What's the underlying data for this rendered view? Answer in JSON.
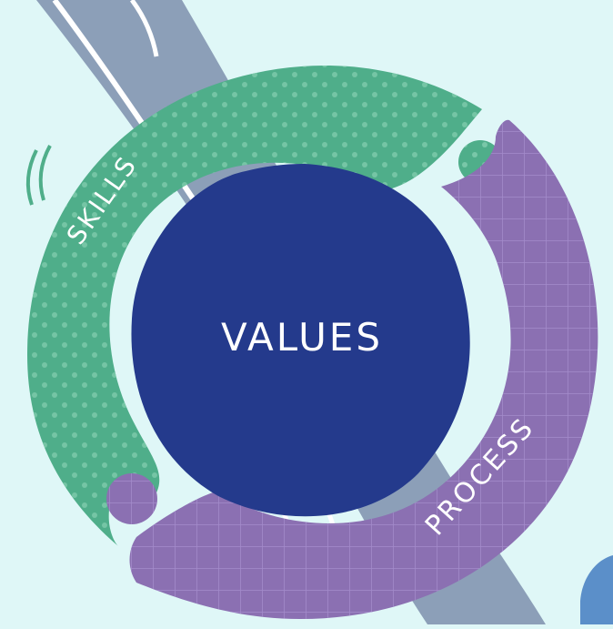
{
  "diagram": {
    "center_label": "VALUES",
    "skills_label": "SKILLS",
    "process_label": "PROCESS"
  },
  "colors": {
    "background": "#dff7f7",
    "road": "#8c9fb8",
    "road_line": "#ffffff",
    "skills": "#4fae8a",
    "skills_dots": "#79c7a8",
    "process": "#8b70b2",
    "process_grid": "#a48ccb",
    "values": "#243a8c",
    "text": "#ffffff",
    "accent_blue": "#5b8fc9"
  }
}
